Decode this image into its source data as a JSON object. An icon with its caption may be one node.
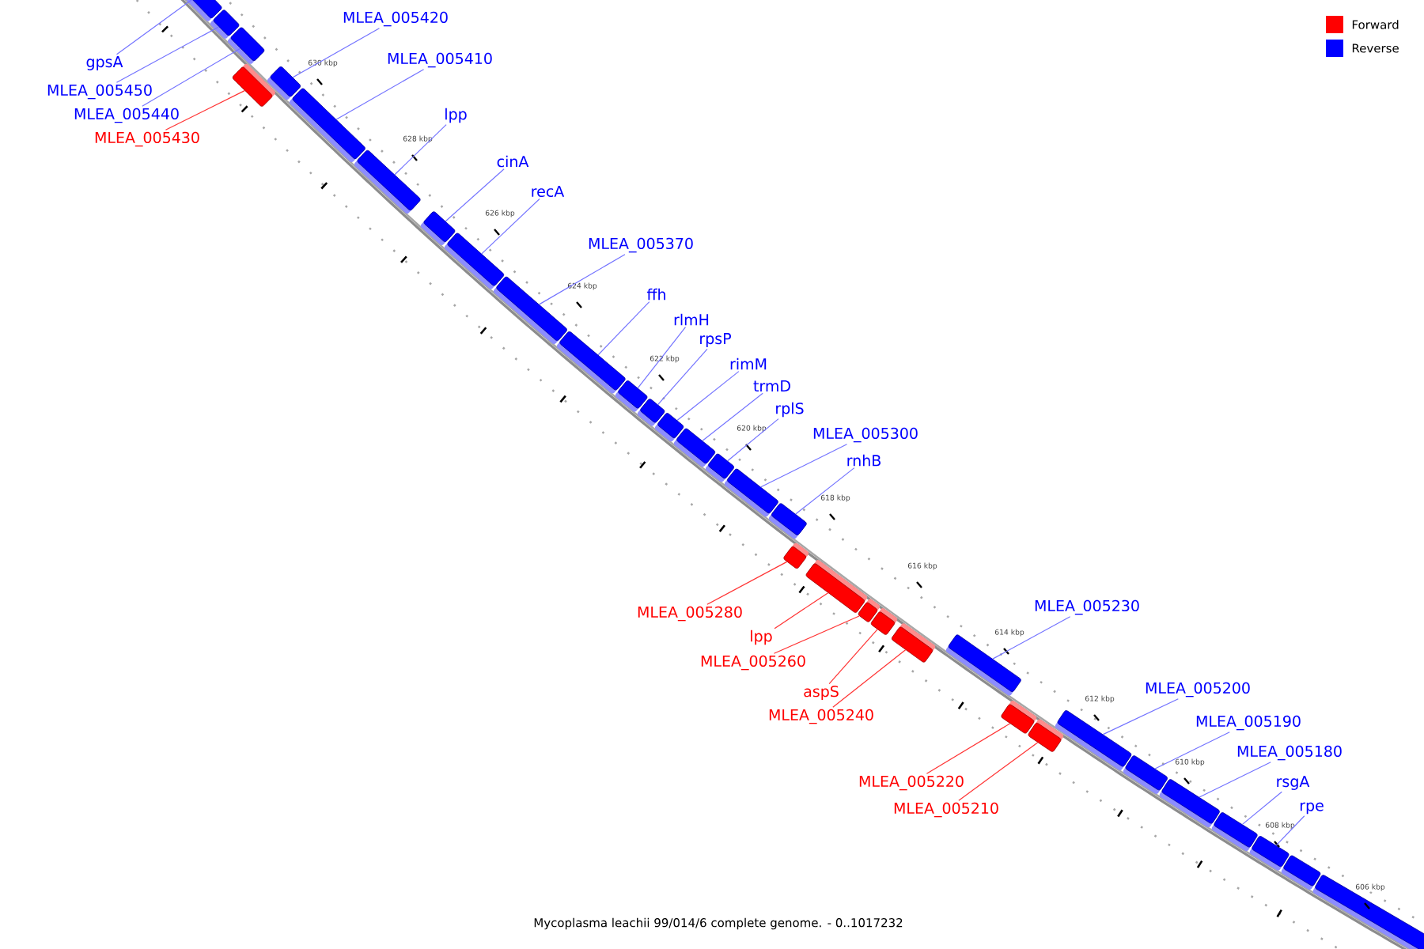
{
  "diagram": {
    "caption": "Mycoplasma leachii 99/014/6 complete genome. - 0..1017232",
    "nodes": [
      {
        "text": [
          "MLEA_005420"
        ]
      },
      {
        "text": [
          "MLEA_005410"
        ]
      },
      {
        "text": [
          "gpsA"
        ]
      },
      {
        "text": [
          "MLEA_005450"
        ]
      },
      {
        "text": [
          "lpp"
        ]
      },
      {
        "text": [
          "MLEA_005440"
        ]
      },
      {
        "text": [
          "MLEA_005430"
        ]
      },
      {
        "text": [
          "cinA"
        ]
      },
      {
        "text": [
          "recA"
        ]
      },
      {
        "text": [
          "MLEA_005370"
        ]
      },
      {
        "text": [
          "ffh"
        ]
      },
      {
        "text": [
          "rlmH"
        ]
      },
      {
        "text": [
          "rpsP"
        ]
      },
      {
        "text": [
          "rimM"
        ]
      },
      {
        "text": [
          "trmD"
        ]
      },
      {
        "text": [
          "rplS"
        ]
      },
      {
        "text": [
          "MLEA_005300"
        ]
      },
      {
        "text": [
          "rnhB"
        ]
      },
      {
        "text": [
          "MLEA_005230"
        ]
      },
      {
        "text": [
          "MLEA_005280"
        ]
      },
      {
        "text": [
          "lpp"
        ]
      },
      {
        "text": [
          "MLEA_005260"
        ]
      },
      {
        "text": [
          "MLEA_005200"
        ]
      },
      {
        "text": [
          "aspS"
        ]
      },
      {
        "text": [
          "MLEA_005240"
        ]
      },
      {
        "text": [
          "MLEA_005190"
        ]
      },
      {
        "text": [
          "MLEA_005180"
        ]
      },
      {
        "text": [
          "rsgA"
        ]
      },
      {
        "text": [
          "MLEA_005220"
        ]
      },
      {
        "text": [
          "rpe"
        ]
      },
      {
        "text": [
          "MLEA_005210"
        ]
      },
      {
        "text": [],
        "shape": "bar"
      },
      {
        "text": [],
        "shape": "bar"
      },
      {
        "text": [],
        "shape": "bar"
      },
      {
        "text": [],
        "shape": "bar"
      },
      {
        "text": [],
        "shape": "bar"
      },
      {
        "text": [],
        "shape": "bar"
      },
      {
        "text": [],
        "shape": "bar"
      },
      {
        "text": [],
        "shape": "bar"
      },
      {
        "text": [],
        "shape": "bar"
      },
      {
        "text": [],
        "shape": "bar"
      },
      {
        "text": [],
        "shape": "bar"
      },
      {
        "text": [],
        "shape": "bar"
      },
      {
        "text": [],
        "shape": "bar"
      },
      {
        "text": [],
        "shape": "bar"
      },
      {
        "text": [],
        "shape": "bar"
      },
      {
        "text": [],
        "shape": "bar"
      },
      {
        "text": [],
        "shape": "bar"
      },
      {
        "text": [],
        "shape": "bar"
      },
      {
        "text": [],
        "shape": "bar"
      },
      {
        "text": [],
        "shape": "bar"
      },
      {
        "text": [],
        "shape": "bar"
      },
      {
        "text": [],
        "shape": "bar"
      },
      {
        "text": [],
        "shape": "bar"
      },
      {
        "text": [],
        "shape": "bar"
      },
      {
        "text": [],
        "shape": "bar"
      },
      {
        "text": [],
        "shape": "bar"
      },
      {
        "text": [],
        "shape": "bar"
      },
      {
        "text": [],
        "shape": "bar"
      },
      {
        "text": [],
        "shape": "bar"
      },
      {
        "text": [],
        "shape": "bar"
      },
      {
        "text": [],
        "shape": "bar"
      },
      {
        "text": [],
        "shape": "bar"
      },
      {
        "text": [],
        "shape": "bar"
      }
    ],
    "edges": [
      {
        "from": 0,
        "to": 35,
        "arrow": "none"
      },
      {
        "from": 1,
        "to": 36,
        "arrow": "none"
      },
      {
        "from": 2,
        "to": 31,
        "arrow": "none"
      },
      {
        "from": 3,
        "to": 32,
        "arrow": "none"
      },
      {
        "from": 4,
        "to": 37,
        "arrow": "none"
      },
      {
        "from": 5,
        "to": 33,
        "arrow": "none"
      },
      {
        "from": 6,
        "to": 34,
        "arrow": "none",
        "color": "#ff3333"
      },
      {
        "from": 7,
        "to": 38,
        "arrow": "none"
      },
      {
        "from": 8,
        "to": 39,
        "arrow": "none"
      },
      {
        "from": 9,
        "to": 40,
        "arrow": "none"
      },
      {
        "from": 10,
        "to": 41,
        "arrow": "none"
      },
      {
        "from": 11,
        "to": 42,
        "arrow": "none"
      },
      {
        "from": 12,
        "to": 43,
        "arrow": "none"
      },
      {
        "from": 13,
        "to": 44,
        "arrow": "none"
      },
      {
        "from": 14,
        "to": 45,
        "arrow": "none"
      },
      {
        "from": 15,
        "to": 46,
        "arrow": "none"
      },
      {
        "from": 16,
        "to": 47,
        "arrow": "none"
      },
      {
        "from": 17,
        "to": 48,
        "arrow": "none"
      },
      {
        "from": 18,
        "to": 54,
        "arrow": "none"
      },
      {
        "from": 19,
        "to": 49,
        "arrow": "none",
        "color": "#ff3333"
      },
      {
        "from": 20,
        "to": 50,
        "arrow": "none",
        "color": "#ff3333"
      },
      {
        "from": 21,
        "to": 51,
        "arrow": "none",
        "color": "#ff3333"
      },
      {
        "from": 22,
        "to": 57,
        "arrow": "none"
      },
      {
        "from": 23,
        "to": 52,
        "arrow": "none",
        "color": "#ff3333"
      },
      {
        "from": 24,
        "to": 53,
        "arrow": "none",
        "color": "#ff3333"
      },
      {
        "from": 25,
        "to": 58,
        "arrow": "none"
      },
      {
        "from": 26,
        "to": 59,
        "arrow": "none"
      },
      {
        "from": 27,
        "to": 60,
        "arrow": "none"
      },
      {
        "from": 28,
        "to": 55,
        "arrow": "none",
        "color": "#ff3333"
      },
      {
        "from": 29,
        "to": 61,
        "arrow": "none"
      },
      {
        "from": 30,
        "to": 56,
        "arrow": "none",
        "color": "#ff3333"
      }
    ],
    "labels": [
      "630 kbp",
      "628 kbp",
      "626 kbp",
      "624 kbp",
      "622 kbp",
      "620 kbp",
      "618 kbp",
      "616 kbp",
      "614 kbp",
      "612 kbp",
      "610 kbp",
      "608 kbp",
      "606 kbp"
    ],
    "legend": [
      {
        "text": "Forward",
        "color": "#ff0000"
      },
      {
        "text": "Reverse",
        "color": "#0000ff"
      }
    ]
  }
}
